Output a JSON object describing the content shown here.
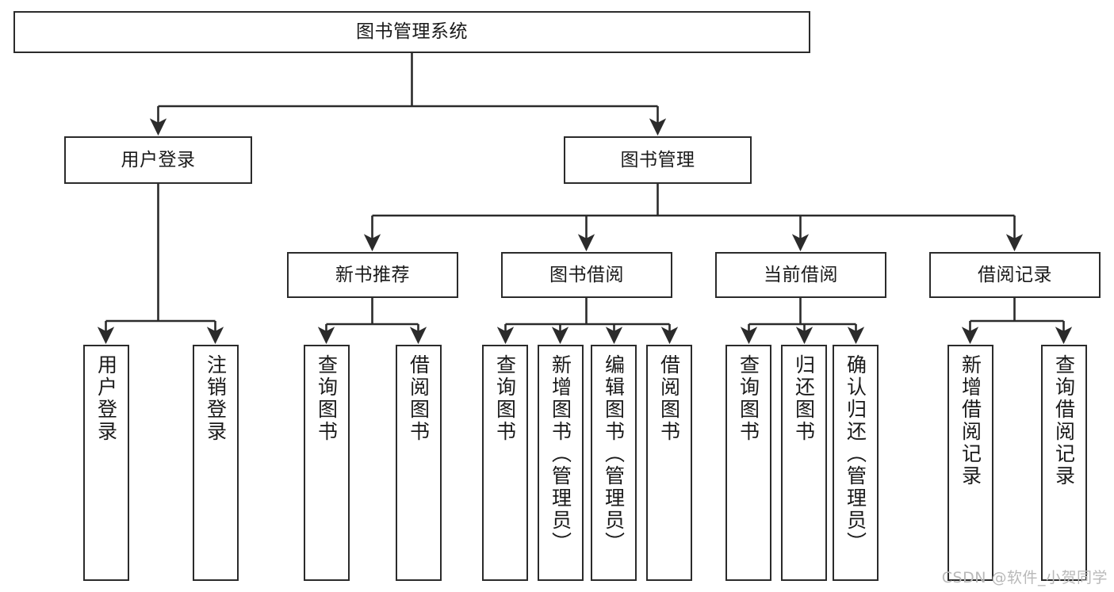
{
  "diagram": {
    "title": "图书管理系统",
    "type": "tree-hierarchy",
    "watermark": "CSDN @软件_小贺同学",
    "colors": {
      "stroke": "#2b2b2b",
      "fill": "#ffffff",
      "text": "#1a1a1a",
      "watermark": "#b9b9b9"
    },
    "levels": {
      "root": {
        "label": "图书管理系统"
      },
      "level1": [
        {
          "label": "用户登录"
        },
        {
          "label": "图书管理"
        }
      ],
      "level2": [
        {
          "label": "新书推荐"
        },
        {
          "label": "图书借阅"
        },
        {
          "label": "当前借阅"
        },
        {
          "label": "借阅记录"
        }
      ],
      "leaves_user_login": [
        {
          "label": "用户登录"
        },
        {
          "label": "注销登录"
        }
      ],
      "leaves_new_book": [
        {
          "label": "查询图书"
        },
        {
          "label": "借阅图书"
        }
      ],
      "leaves_borrow": [
        {
          "label": "查询图书"
        },
        {
          "label": "新增图书（管理员）"
        },
        {
          "label": "编辑图书（管理员）"
        },
        {
          "label": "借阅图书"
        }
      ],
      "leaves_current": [
        {
          "label": "查询图书"
        },
        {
          "label": "归还图书"
        },
        {
          "label": "确认归还（管理员）"
        }
      ],
      "leaves_records": [
        {
          "label": "新增借阅记录"
        },
        {
          "label": "查询借阅记录"
        }
      ]
    }
  }
}
